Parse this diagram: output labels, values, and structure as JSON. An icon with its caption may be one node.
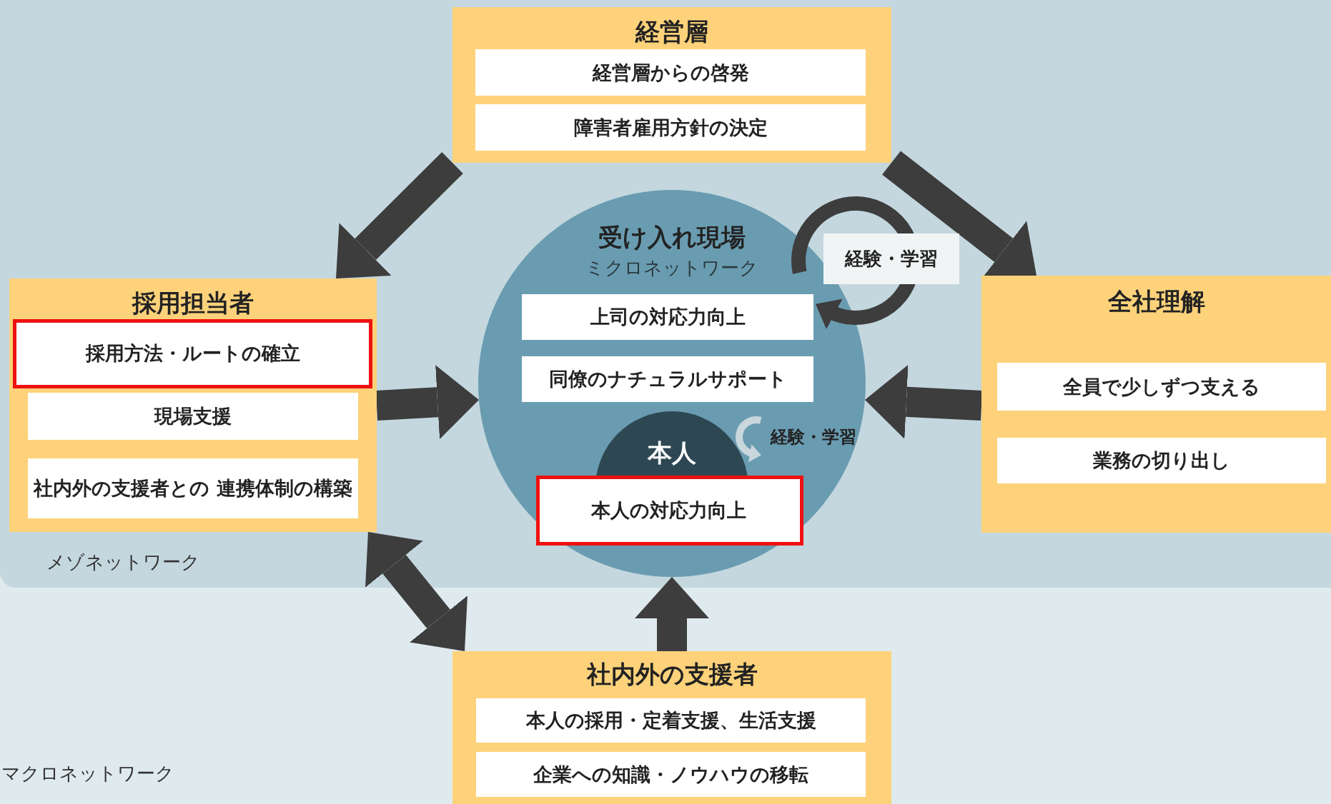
{
  "diagram": {
    "nodes": [
      {
        "text": [
          "経営層"
        ]
      },
      {
        "text": [
          "経営層からの啓発"
        ],
        "in": 0
      },
      {
        "text": [
          "障害者雇用方針の決定"
        ],
        "in": 0
      },
      {
        "text": [
          "採用担当者"
        ]
      },
      {
        "text": [
          "採用方法・ルートの確立"
        ],
        "in": 3
      },
      {
        "text": [
          "現場支援"
        ],
        "in": 3
      },
      {
        "text": [
          "社内外の支援者との 連携体制の構築"
        ],
        "in": 3
      },
      {
        "text": [
          "全社理解"
        ]
      },
      {
        "text": [
          "全員で少しずつ支える"
        ],
        "in": 7
      },
      {
        "text": [
          "業務の切り出し"
        ],
        "in": 7
      },
      {
        "text": [
          "受け入れ現場",
          "ミクロネットワーク"
        ]
      },
      {
        "text": [
          "上司の対応力向上"
        ],
        "in": 10
      },
      {
        "text": [
          "同僚のナチュラルサポート"
        ],
        "in": 10
      },
      {
        "text": [
          "本人"
        ],
        "in": 10
      },
      {
        "text": [
          "本人の対応力向上"
        ],
        "in": 10
      },
      {
        "text": [
          "社内外の支援者"
        ]
      },
      {
        "text": [
          "本人の採用・定着支援、生活支援"
        ],
        "in": 15
      },
      {
        "text": [
          "企業への知識・ノウハウの移転"
        ],
        "in": 15
      }
    ],
    "edges": [
      {
        "from": 0,
        "to": 3,
        "arrow": "to"
      },
      {
        "from": 0,
        "to": 7,
        "arrow": "to"
      },
      {
        "from": 3,
        "to": 10,
        "arrow": "to"
      },
      {
        "from": 7,
        "to": 10,
        "arrow": "to"
      },
      {
        "from": 15,
        "to": 10,
        "arrow": "to"
      },
      {
        "from": 3,
        "to": 15,
        "arrow": "both"
      }
    ],
    "labels": [
      "経験・学習",
      "経験・学習",
      "メゾネットワーク",
      "マクロネットワーク"
    ]
  }
}
